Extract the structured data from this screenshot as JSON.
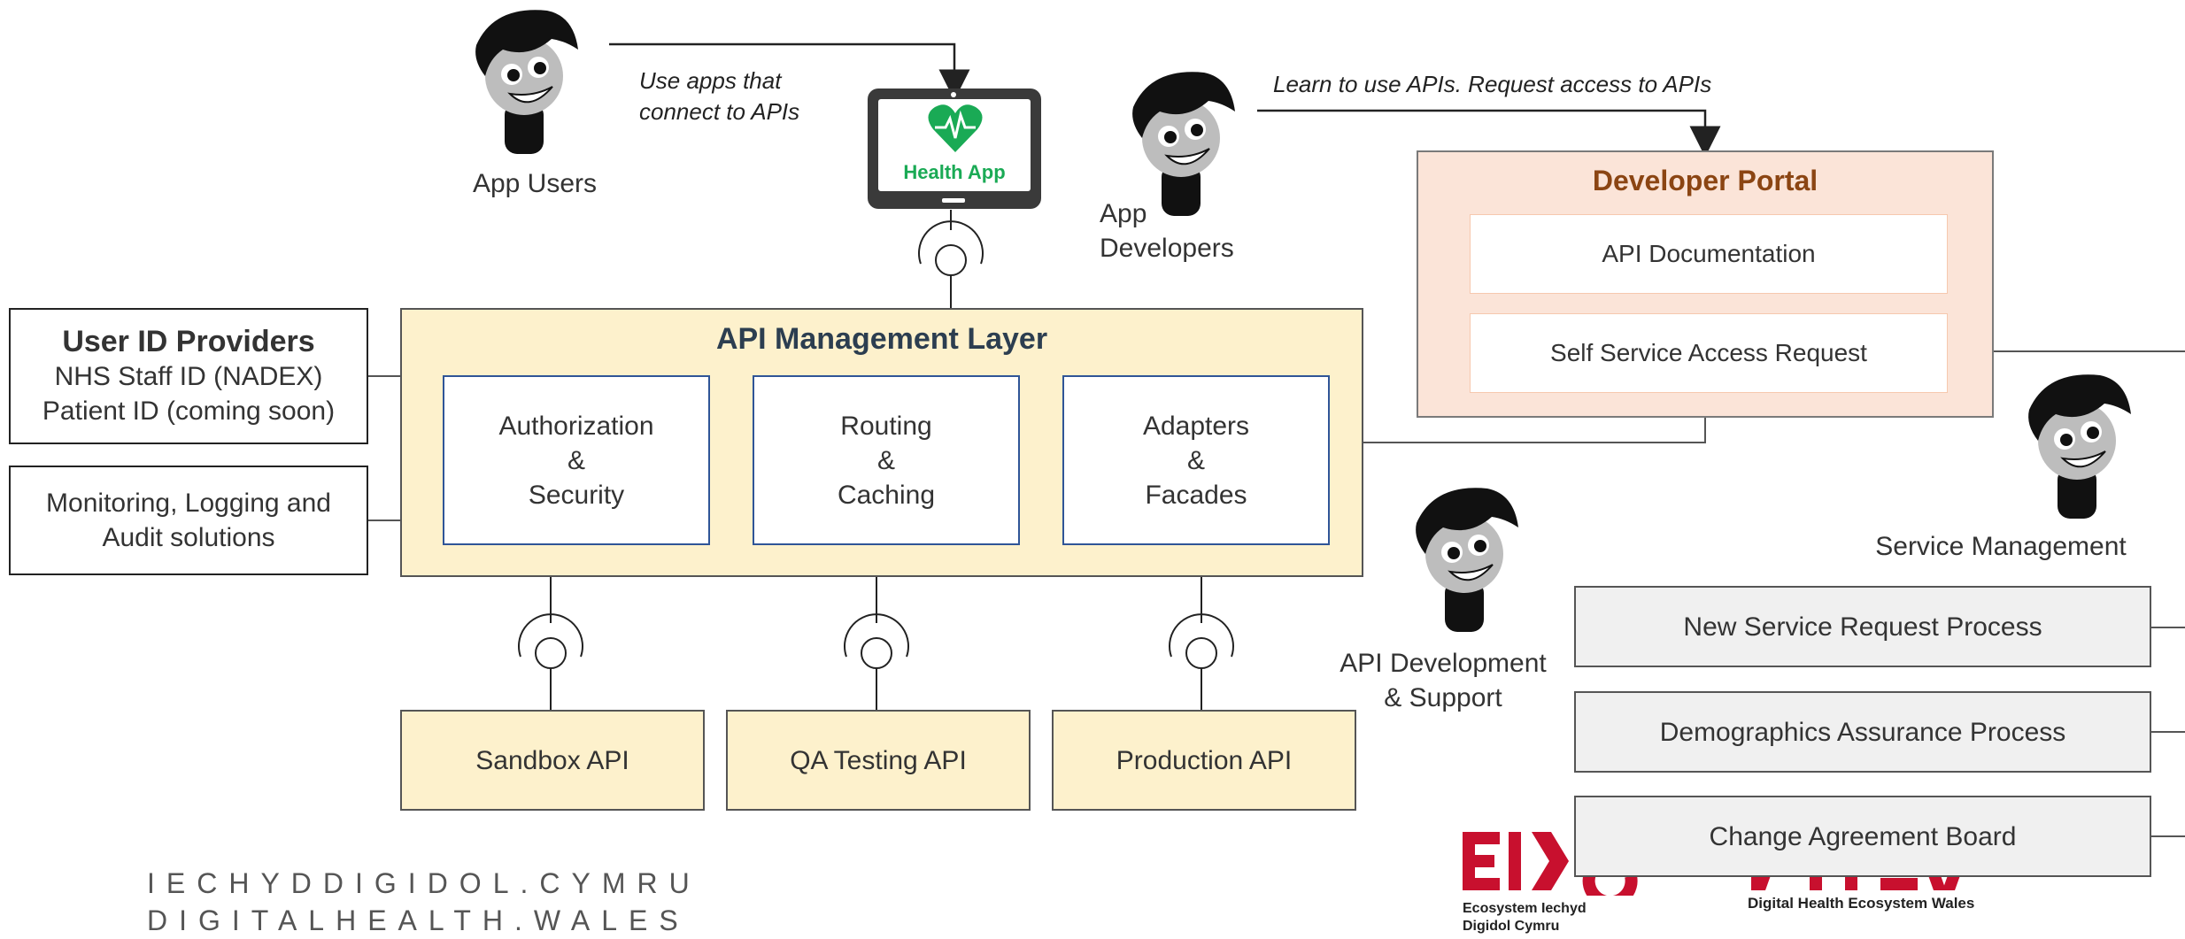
{
  "actors": {
    "app_users": "App Users",
    "app_developers_line1": "App",
    "app_developers_line2": "Developers",
    "api_dev_line1": "API Development",
    "api_dev_line2": "& Support",
    "service_management": "Service Management"
  },
  "notes": {
    "use_apps_line1": "Use apps that",
    "use_apps_line2": "connect to APIs",
    "learn_apis": "Learn to use APIs. Request access to APIs"
  },
  "health_app": {
    "label": "Health App",
    "color": "#1aaa55"
  },
  "developer_portal": {
    "title": "Developer Portal",
    "items": [
      "API Documentation",
      "Self Service Access Request"
    ]
  },
  "user_id_providers": {
    "title": "User ID Providers",
    "line1": "NHS Staff ID (NADEX)",
    "line2": "Patient ID (coming soon)"
  },
  "monitoring": {
    "line1": "Monitoring, Logging and",
    "line2": "Audit solutions"
  },
  "api_management": {
    "title": "API Management Layer",
    "components": [
      {
        "line1": "Authorization",
        "line2": "&",
        "line3": "Security"
      },
      {
        "line1": "Routing",
        "line2": "&",
        "line3": "Caching"
      },
      {
        "line1": "Adapters",
        "line2": "&",
        "line3": "Facades"
      }
    ]
  },
  "apis": [
    "Sandbox API",
    "QA Testing API",
    "Production API"
  ],
  "processes": [
    "New Service Request Process",
    "Demographics Assurance Process",
    "Change Agreement Board"
  ],
  "footer": {
    "line1": "IECHYDDIGIDOL.CYMRU",
    "line2": "DIGITALHEALTH.WALES"
  },
  "logos": {
    "ediac_line1": "Ecosystem Iechyd",
    "ediac_line2": "Digidol Cymru",
    "dhew": "Digital Health Ecosystem Wales"
  },
  "colors": {
    "api_fill": "#fdf1cc",
    "portal_fill": "#fbe4d8",
    "portal_title": "#8b4513",
    "process_fill": "#f0f0f0",
    "component_border": "#2f5597",
    "logo_red": "#c8102e"
  }
}
